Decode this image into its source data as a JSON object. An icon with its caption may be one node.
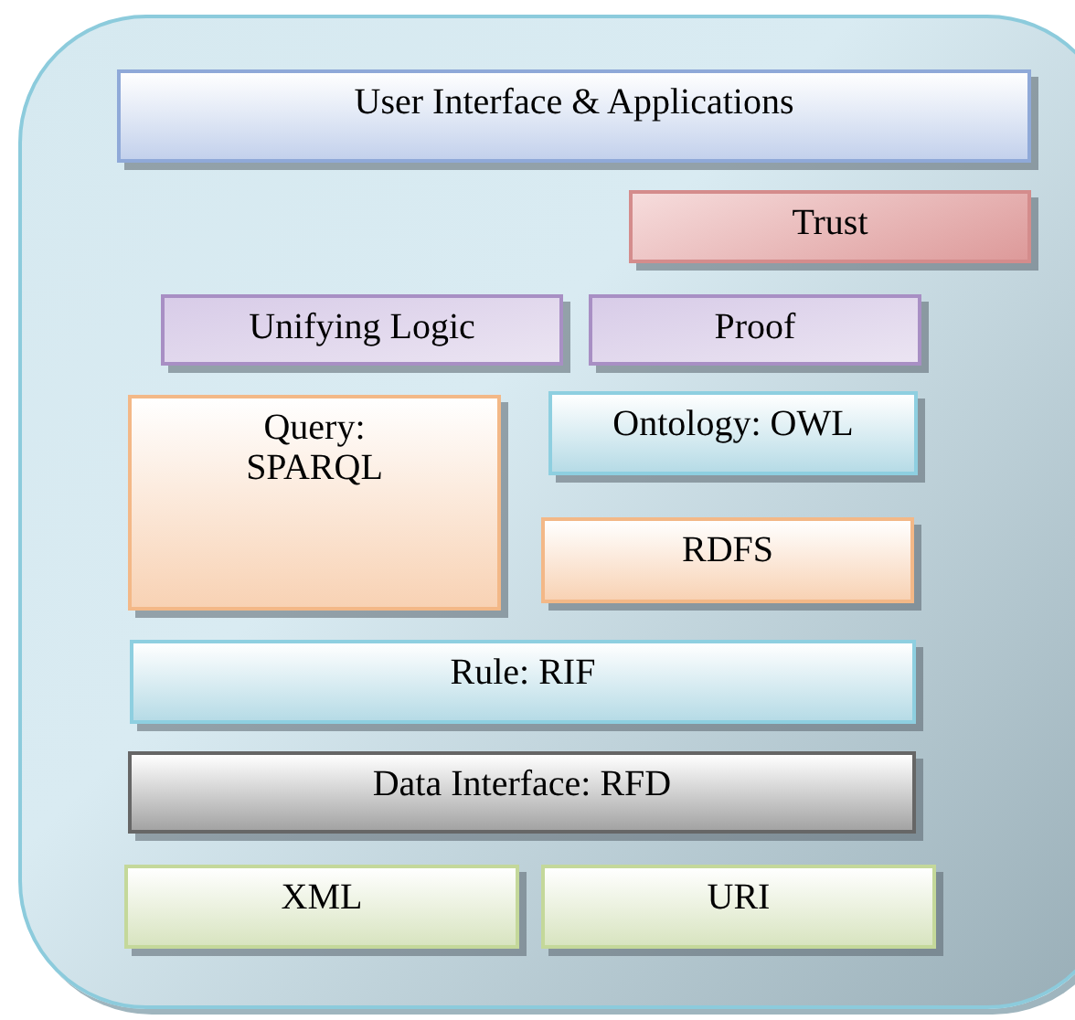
{
  "diagram": {
    "nodes": [
      {
        "text": [],
        "shape": "box"
      },
      {
        "text": [
          "User Interface & Applications"
        ],
        "in": 0
      },
      {
        "text": [
          "Trust"
        ],
        "in": 0
      },
      {
        "text": [
          "Unifying Logic"
        ],
        "in": 0
      },
      {
        "text": [
          "Proof"
        ],
        "in": 0
      },
      {
        "text": [
          "Query: SPARQL"
        ],
        "in": 0
      },
      {
        "text": [
          "Ontology: OWL"
        ],
        "in": 0
      },
      {
        "text": [
          "RDFS"
        ],
        "in": 0
      },
      {
        "text": [
          "Rule: RIF"
        ],
        "in": 0
      },
      {
        "text": [
          "Data Interface: RFD"
        ],
        "in": 0
      },
      {
        "text": [
          "XML"
        ],
        "in": 0
      },
      {
        "text": [
          "URI"
        ],
        "in": 0
      }
    ]
  }
}
